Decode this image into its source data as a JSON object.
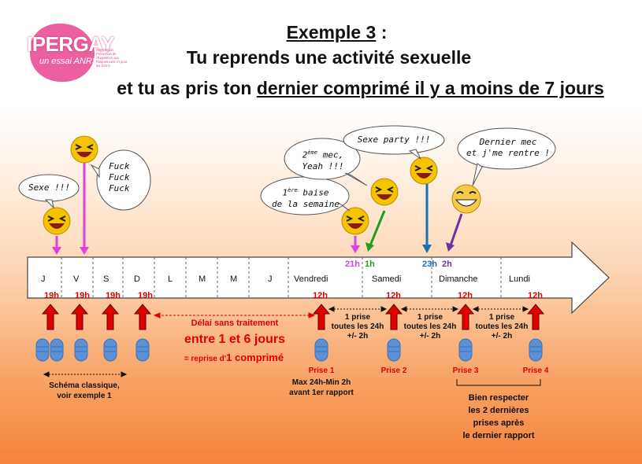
{
  "logo": {
    "brand": "IPERGAY",
    "subtitle": "un essai ANRS",
    "tagline": "Intervention Préventive de l'Exposition aux Risques avec et pour les GAYS"
  },
  "title": {
    "line1_main": "Exemple 3",
    "line1_suffix": " :",
    "line2": "Tu reprends une activité sexuelle",
    "line3_prefix": "et tu as pris ton ",
    "line3_underlined": "dernier comprimé il y a moins de 7 jours"
  },
  "timeline": {
    "days": [
      "J",
      "V",
      "S",
      "D",
      "L",
      "M",
      "M",
      "J",
      "Vendredi",
      "Samedi",
      "Dimanche",
      "Lundi"
    ],
    "dose_times": [
      "19h",
      "19h",
      "19h",
      "19h",
      "12h",
      "12h",
      "12h",
      "12h"
    ],
    "event_times": [
      {
        "label": "21h",
        "color": "#e040e0"
      },
      {
        "label": "1h",
        "color": "#20a020"
      },
      {
        "label": "23h",
        "color": "#1a6fb5"
      },
      {
        "label": "2h",
        "color": "#7030a0"
      }
    ]
  },
  "bubbles": {
    "sexe": "Sexe !!!",
    "fuck": [
      "Fuck",
      "Fuck",
      "Fuck"
    ],
    "premiere_line1_sup": "ère",
    "premiere_line1_a": "1",
    "premiere_line1_b": " baise",
    "premiere_line2": "de la semaine",
    "deuxieme_line1_a": "2",
    "deuxieme_line1_sup": "ème",
    "deuxieme_line1_b": " mec,",
    "deuxieme_line2": "Yeah !!!",
    "party": "Sexe party !!!",
    "dernier_line1": "Dernier mec",
    "dernier_line2": "et j'me rentre !"
  },
  "annotations": {
    "delai": "Délai sans traitement",
    "entre": "entre 1 et 6 jours",
    "reprise_a": "= reprise d'",
    "reprise_b": "1 comprimé",
    "schema_line1": "Schéma classique,",
    "schema_line2": "voir exemple 1",
    "prise1": "Prise 1",
    "prise1_note1": "Max 24h-Min 2h",
    "prise1_note2": "avant 1er rapport",
    "prise2": "Prise 2",
    "prise3": "Prise 3",
    "prise4": "Prise 4",
    "interval_line1": "1 prise",
    "interval_line2": "toutes les 24h",
    "interval_line3": "+/- 2h",
    "respect_line1": "Bien respecter",
    "respect_line2": "les 2 dernières",
    "respect_line3": "prises après",
    "respect_line4": "le dernier rapport"
  },
  "colors": {
    "dose_arrow": "#e00000",
    "pill": "#5b8fd6",
    "smiley": "#f5c400",
    "timeline_text_red": "#e00000"
  }
}
